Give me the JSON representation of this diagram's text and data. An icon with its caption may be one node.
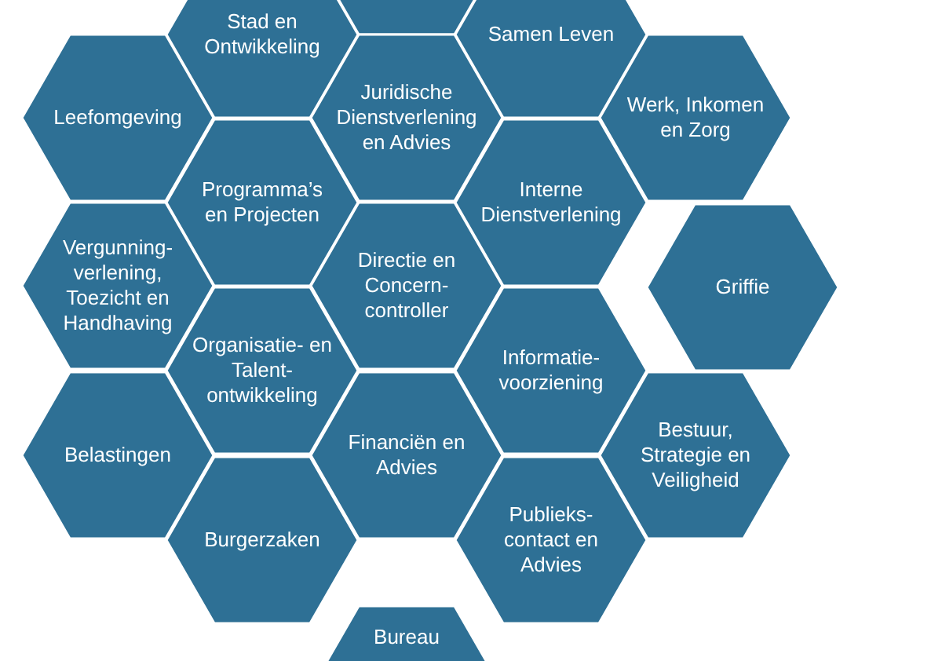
{
  "diagram": {
    "nodes": [
      {
        "text": [],
        "shape": "hexagon"
      },
      {
        "text": [
          "Stad en Ontwikkeling"
        ]
      },
      {
        "text": [
          "Samen Leven"
        ]
      },
      {
        "text": [
          "Leefomgeving"
        ]
      },
      {
        "text": [
          "Juridische Dienstverlening en Advies"
        ]
      },
      {
        "text": [
          "Werk, Inkomen en Zorg"
        ]
      },
      {
        "text": [
          "Programma’s en Projecten"
        ]
      },
      {
        "text": [
          "Interne Dienstverlening"
        ]
      },
      {
        "text": [
          "Vergunning- verlening, Toezicht en Handhaving"
        ]
      },
      {
        "text": [
          "Directie en Concern- controller"
        ]
      },
      {
        "text": [
          "Griffie"
        ]
      },
      {
        "text": [
          "Organisatie- en Talent- ontwikkeling"
        ]
      },
      {
        "text": [
          "Informatie- voorziening"
        ]
      },
      {
        "text": [
          "Belastingen"
        ]
      },
      {
        "text": [
          "Financiën en Advies"
        ]
      },
      {
        "text": [
          "Bestuur, Strategie en Veiligheid"
        ]
      },
      {
        "text": [
          "Burgerzaken"
        ]
      },
      {
        "text": [
          "Publieks- contact en Advies"
        ]
      },
      {
        "text": [
          "Bureau"
        ]
      }
    ]
  }
}
